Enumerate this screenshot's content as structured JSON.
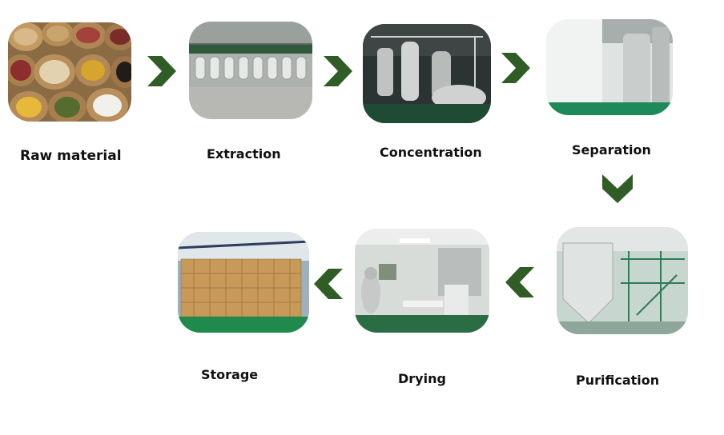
{
  "steps": [
    {
      "label": "Raw material"
    },
    {
      "label": "Extraction"
    },
    {
      "label": "Concentration"
    },
    {
      "label": "Separation"
    },
    {
      "label": "Purification"
    },
    {
      "label": "Drying"
    },
    {
      "label": "Storage"
    }
  ],
  "colors": {
    "arrow": "#2f5d25",
    "floor_green": "#1f8a4c"
  }
}
